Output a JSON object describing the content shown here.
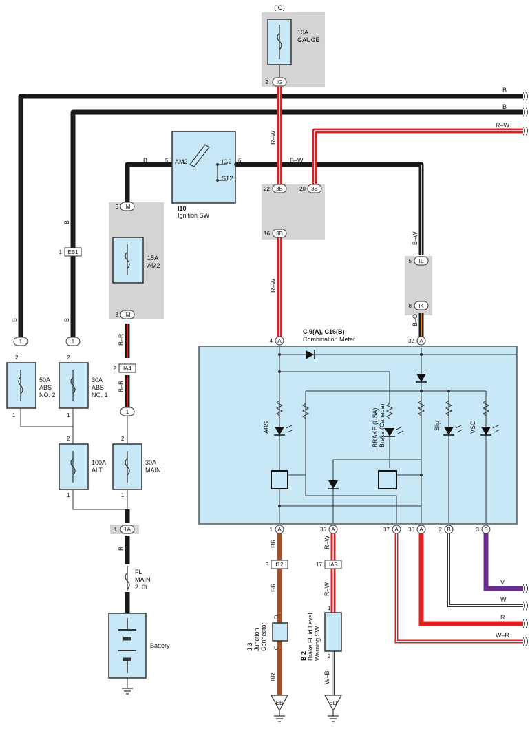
{
  "top": {
    "ig_label": "(IG)",
    "fuse_gauge": [
      "10A",
      "GAUGE"
    ],
    "pin_ig_num": "2",
    "pin_ig": "IG"
  },
  "wires": {
    "b1": "B",
    "b2": "B",
    "rw_top": "R–W",
    "b_left": "B",
    "bw_top": "B–W",
    "rw_v1": "R–W",
    "rw_v2": "R–W",
    "bw_v": "B–W",
    "bo_v": "B–O",
    "b_eb1": "B",
    "b_eb1_low": "B",
    "b_left_low": "B",
    "br_v": "B–R",
    "br_v2": "B–R",
    "b_main": "B",
    "br_a": "BR",
    "br_b": "BR",
    "br_c": "BR",
    "rw_35": "R–W",
    "rw_35b": "R–W",
    "wb": "W–B",
    "v": "V",
    "w": "W",
    "r": "R",
    "wr": "W–R"
  },
  "ign": {
    "id": "I10",
    "name": "Ignition SW",
    "am2": "AM2",
    "ig2": "IG2",
    "st2": "ST2",
    "pin5": "5",
    "pin6": "6"
  },
  "fuses": {
    "am2": [
      "15A",
      "AM2"
    ],
    "abs2": [
      "50A",
      "ABS",
      "NO. 2"
    ],
    "abs1": [
      "30A",
      "ABS",
      "NO. 1"
    ],
    "alt": [
      "100A",
      "ALT"
    ],
    "main": [
      "30A",
      "MAIN"
    ],
    "fl": [
      "FL",
      "MAIN",
      "2. 0L"
    ]
  },
  "connectors": {
    "c3b_22": [
      "22",
      "3B"
    ],
    "c3b_20": [
      "20",
      "3B"
    ],
    "c3b_16": [
      "16",
      "3B"
    ],
    "im6": [
      "6",
      "IM"
    ],
    "im3": [
      "3",
      "IM"
    ],
    "il5": [
      "5",
      "IL"
    ],
    "ik8": [
      "8",
      "IK"
    ],
    "eb1": [
      "1",
      "EB1"
    ],
    "ia4": [
      "2",
      "IA4"
    ],
    "j1": "1",
    "j1b": "1",
    "j1c": "1",
    "n2a": "2",
    "n2b": "2",
    "n2c": "2",
    "n2d": "2",
    "n1a": "1",
    "n1b": "1",
    "n1c": "1",
    "n1d": "1",
    "ia1": [
      "1",
      "1A"
    ],
    "i12": [
      "5",
      "I12"
    ],
    "ia5": [
      "17",
      "IA5"
    ]
  },
  "meter": {
    "title": "C 9(A), C16(B)",
    "name": "Combination Meter",
    "pin4": [
      "4",
      "A"
    ],
    "pin32": [
      "32",
      "A"
    ],
    "abs": "ABS",
    "brake1": "BRAKE (USA)",
    "brake2": "Brake (Canada)",
    "slip": "Slip",
    "vsc": "VSC",
    "bottom_pins": [
      [
        "1",
        "A"
      ],
      [
        "35",
        "A"
      ],
      [
        "37",
        "A"
      ],
      [
        "36",
        "A"
      ],
      [
        "2",
        "B"
      ],
      [
        "3",
        "B"
      ]
    ]
  },
  "junction": {
    "id": "J 3",
    "name1": "Junction",
    "name2": "Connector",
    "c1": "C",
    "c2": "C"
  },
  "brakesw": {
    "id": "B 2",
    "name1": "Brake Fluid Level",
    "name2": "Warning SW",
    "pin2": "2",
    "pin1": "1"
  },
  "battery": {
    "label": "Battery"
  },
  "grounds": {
    "eb": "EB",
    "ed": "ED"
  },
  "colors": {
    "black": "#1a1a1a",
    "red": "#e02020",
    "brown": "#a0522d",
    "purple": "#6a2c91",
    "fill_blue": "#c8e8f8",
    "gray": "#d4d4d4"
  }
}
